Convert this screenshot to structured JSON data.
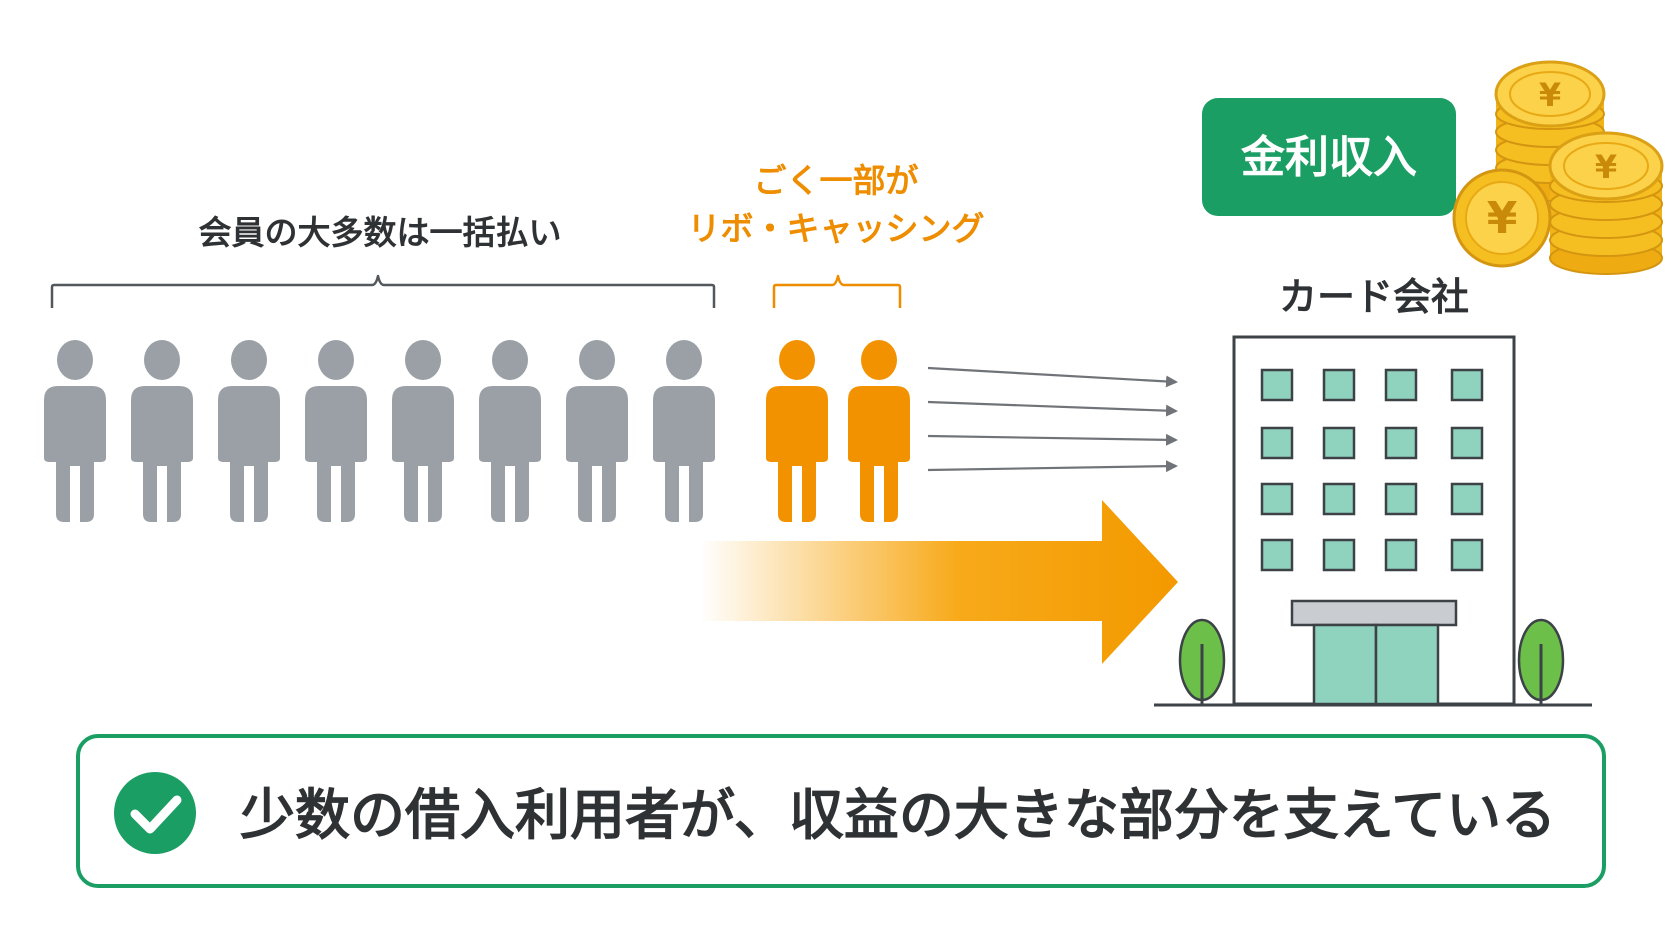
{
  "majority_label": "会員の大多数は一括払い",
  "minority_label_line1": "ごく一部が",
  "minority_label_line2": "リボ・キャッシング",
  "company_label": "カード会社",
  "income_badge_label": "金利収入",
  "coin_symbol": "¥",
  "conclusion_text": "少数の借入利用者が、収益の大きな部分を支えている",
  "counts": {
    "gray_members": 8,
    "orange_members": 2,
    "flow_arrows": 4
  },
  "colors": {
    "gray_person": "#9aa0a6",
    "orange_person": "#f39200",
    "green_accent": "#1b9e63",
    "building_window": "#8fd3bf",
    "text_dark": "#2f3234",
    "text_orange": "#ee8d00",
    "coin_gold": "#f5c21a",
    "tree_green": "#6cc04a"
  },
  "icons": {
    "person": "person-icon",
    "building": "office-building-icon",
    "coin": "yen-coin-icon",
    "check": "check-circle-icon",
    "tree": "tree-icon"
  }
}
